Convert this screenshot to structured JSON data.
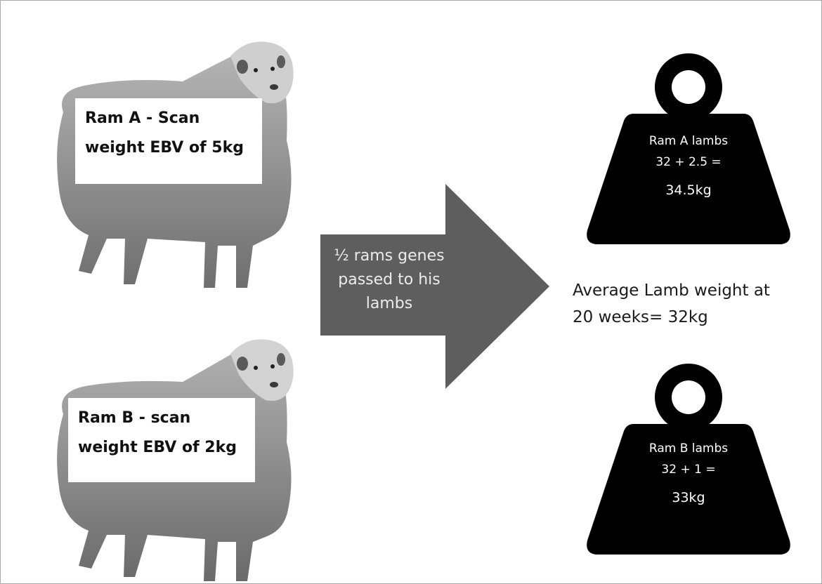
{
  "ram_a": {
    "label_line1": "Ram A - Scan",
    "label_line2": "weight EBV of 5kg"
  },
  "ram_b": {
    "label_line1": "Ram B - scan",
    "label_line2": "weight EBV of 2kg"
  },
  "arrow": {
    "line1": "½ rams genes",
    "line2": "passed to his",
    "line3": "lambs"
  },
  "weight_a": {
    "title": "Ram A lambs",
    "formula": "32 + 2.5 =",
    "result": "34.5kg"
  },
  "weight_b": {
    "title": "Ram B lambs",
    "formula": "32 + 1 =",
    "result": "33kg"
  },
  "average": {
    "line1": "Average Lamb weight at",
    "line2": "20 weeks= 32kg"
  },
  "colors": {
    "arrow": "#5e5e5e",
    "weight": "#000000",
    "sheep_wool": "#8a8a8a"
  }
}
